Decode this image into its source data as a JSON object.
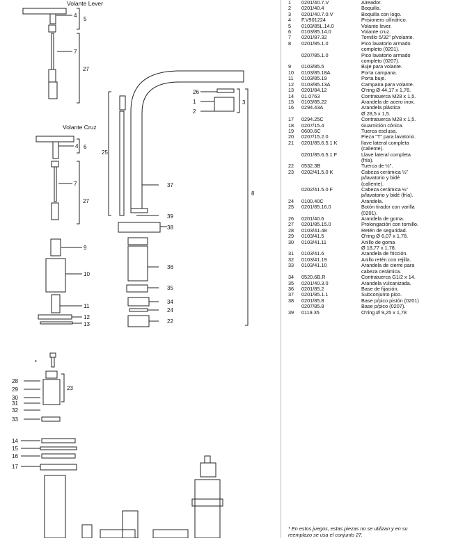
{
  "diagram": {
    "top_title": "Volante Lever",
    "mid_title": "Volante Cruz",
    "callouts": [
      "4",
      "5",
      "7",
      "27",
      "26",
      "1",
      "2",
      "3",
      "25",
      "37",
      "8",
      "39",
      "38",
      "36",
      "35",
      "34",
      "24",
      "22",
      "6",
      "4",
      "7",
      "27",
      "9",
      "10",
      "11",
      "12",
      "13",
      "23",
      "28",
      "29",
      "30",
      "31",
      "32",
      "33",
      "14",
      "15",
      "16",
      "17"
    ],
    "bullet": "•"
  },
  "parts": [
    {
      "n": "1",
      "code": "0201/40.7.V",
      "desc": "Aireador."
    },
    {
      "n": "2",
      "code": "0201/40.4",
      "desc": "Boquilla."
    },
    {
      "n": "3",
      "code": "0201/40.7.0.V",
      "desc": "Boquilla con logo."
    },
    {
      "n": "4",
      "code": "F.V901224",
      "desc": "Prisionero cilíndrico."
    },
    {
      "n": "5",
      "code": "0103/85L.14.0",
      "desc": "Volante lever."
    },
    {
      "n": "6",
      "code": "0103/85.14.0",
      "desc": "Volante cruz."
    },
    {
      "n": "7",
      "code": "0201/87.32",
      "desc": "Tornillo 5/32\" p/volante."
    },
    {
      "n": "8",
      "code": "0201/85.1.0",
      "desc": "Pico lavatorio armado\ncompleto (0201)."
    },
    {
      "n": "",
      "code": "0207/85.1.0",
      "desc": "Pico lavatorio armado\ncompleto (0207)."
    },
    {
      "n": "9",
      "code": "0103/85.5",
      "desc": "Buje para volante."
    },
    {
      "n": "10",
      "code": "0103/85.18A",
      "desc": "Porta campana."
    },
    {
      "n": "11",
      "code": "0103/85.19",
      "desc": "Porta buje."
    },
    {
      "n": "12",
      "code": "0103/85.13A",
      "desc": "Campana para volante."
    },
    {
      "n": "13",
      "code": "0201/84.12",
      "desc": "O'ring Ø 44,17 x 1,78."
    },
    {
      "n": "14",
      "code": "01.0763",
      "desc": "Contratuerca M28 x 1,5."
    },
    {
      "n": "15",
      "code": "0103/85.22",
      "desc": "Arandela de acero inox."
    },
    {
      "n": "16",
      "code": "0294.43A",
      "desc": "Arandela plástica\nØ 28,5 x 1,5."
    },
    {
      "n": "17",
      "code": "0294.25C",
      "desc": "Contratuerca M28 x 1,5."
    },
    {
      "n": "18",
      "code": "0207/15.4",
      "desc": "Guarnición cónica."
    },
    {
      "n": "19",
      "code": "0600.6C",
      "desc": "Tuerca esclusa."
    },
    {
      "n": "20",
      "code": "0207/15.2.0",
      "desc": "Pieza \"T\" para lavatorio."
    },
    {
      "n": "21",
      "code": "0201/85.6.5.1 K",
      "desc": "llave lateral completa\n(caliente)."
    },
    {
      "n": "",
      "code": "0201/85.6.5.1 F",
      "desc": "Llave lateral completa\n(fría)."
    },
    {
      "n": "22",
      "code": "0532.3B",
      "desc": "Tuerca de ½\"."
    },
    {
      "n": "23",
      "code": "0202/41.5.0 K",
      "desc": "Cabeza cerámica ½\"\np/lavatorio y bidé\n(caliente)."
    },
    {
      "n": "",
      "code": "0202/41.5.0 F",
      "desc": "Cabeza cerámica ½\"\np/lavatorio y bidé (fría)."
    },
    {
      "n": "24",
      "code": "0100.40C",
      "desc": "Arandela."
    },
    {
      "n": "25",
      "code": "0201/85.16.0",
      "desc": "Botón tirador con varilla\n(0201)."
    },
    {
      "n": "26",
      "code": "0201/40.6",
      "desc": "Arandela de goma."
    },
    {
      "n": "27",
      "code": "0201/85.15.0",
      "desc": "Prolongación con tornillo."
    },
    {
      "n": "28",
      "code": "0103/41.48",
      "desc": "Retén de seguridad."
    },
    {
      "n": "29",
      "code": "0103/41.5",
      "desc": "O'ring Ø 6,07 x 1,78."
    },
    {
      "n": "30",
      "code": "0103/41.11",
      "desc": "Anillo de goma\nØ 18,77 x 1,78."
    },
    {
      "n": "31",
      "code": "0103/41.6",
      "desc": "Arandela de fricción."
    },
    {
      "n": "32",
      "code": "0103/41.19",
      "desc": "Anillo retén con rejilla."
    },
    {
      "n": "33",
      "code": "0103/41.10",
      "desc": "Arandela de cierre para\ncabeza cerámica."
    },
    {
      "n": "34",
      "code": "0520.6B.R",
      "desc": "Contratuerca G1/2 x 14."
    },
    {
      "n": "35",
      "code": "0201/40.3.0",
      "desc": "Arandela vulcanizada."
    },
    {
      "n": "36",
      "code": "0201/85.2",
      "desc": "Base de fijación."
    },
    {
      "n": "37",
      "code": "0201/85.1.1",
      "desc": "Subconjunto pico."
    },
    {
      "n": "38",
      "code": "0201/85.8",
      "desc": "Base p/pico pistón (0201)"
    },
    {
      "n": "",
      "code": "0207/85.8",
      "desc": "Base p/pico (0207)."
    },
    {
      "n": "39",
      "code": "0119.35",
      "desc": "O'ring Ø 9,25 x 1,78"
    }
  ],
  "footnote": "* En estos juegos, estas piezas no se utilizan y en su\nreemplazo se usa el conjunto 27."
}
